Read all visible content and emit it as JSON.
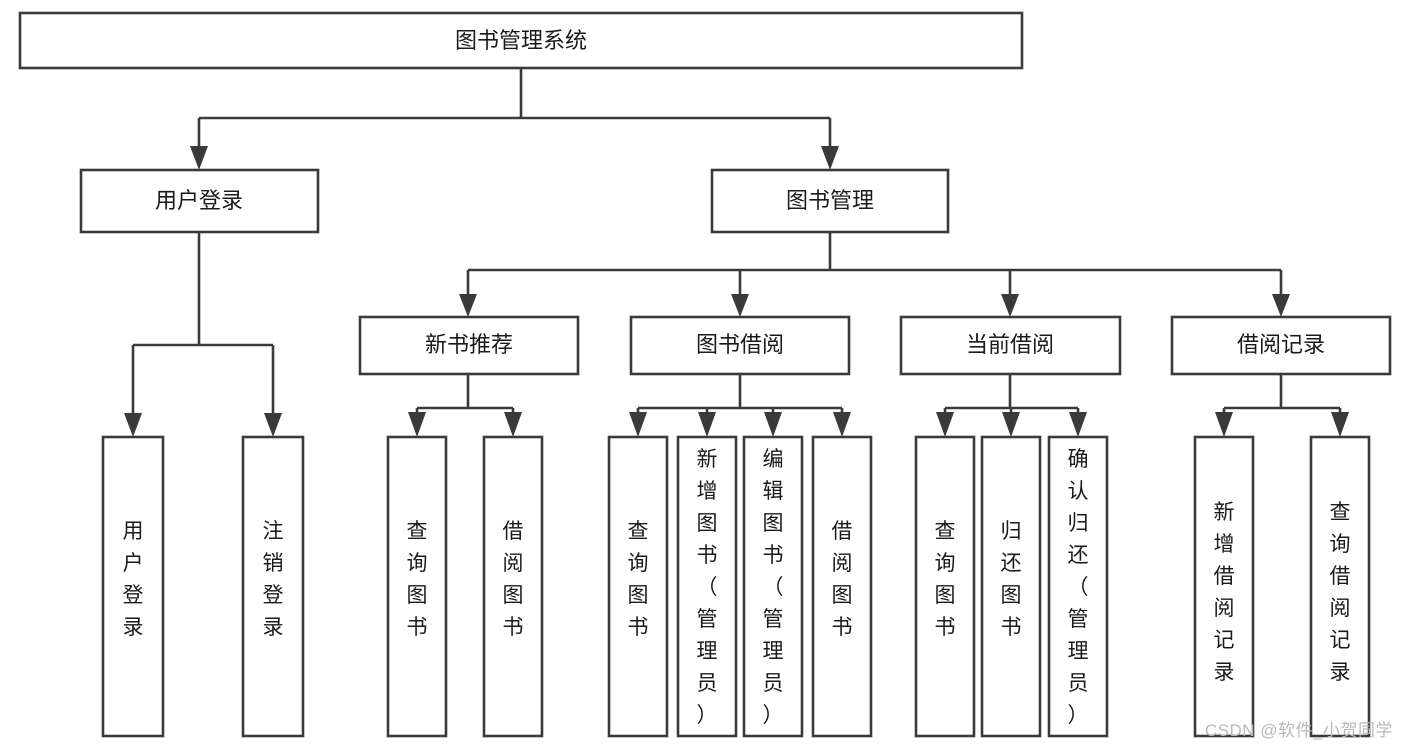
{
  "diagram": {
    "type": "tree",
    "title": "图书管理系统",
    "orientation": "top-down",
    "watermark": "CSDN @软件_小贺同学",
    "colors": {
      "stroke": "#3a3a3a",
      "box_fill": "#ffffff",
      "text": "#1a1a1a",
      "watermark": "#b9b9b9",
      "background": "#ffffff"
    },
    "levels": [
      {
        "level": 1,
        "nodes": [
          {
            "id": "root",
            "label": "图书管理系统",
            "orientation": "horizontal"
          }
        ]
      },
      {
        "level": 2,
        "nodes": [
          {
            "id": "login",
            "label": "用户登录",
            "orientation": "horizontal",
            "parent": "root"
          },
          {
            "id": "bookmgmt",
            "label": "图书管理",
            "orientation": "horizontal",
            "parent": "root"
          }
        ]
      },
      {
        "level": 3,
        "nodes": [
          {
            "id": "newbook",
            "label": "新书推荐",
            "orientation": "horizontal",
            "parent": "bookmgmt"
          },
          {
            "id": "borrow",
            "label": "图书借阅",
            "orientation": "horizontal",
            "parent": "bookmgmt"
          },
          {
            "id": "current",
            "label": "当前借阅",
            "orientation": "horizontal",
            "parent": "bookmgmt"
          },
          {
            "id": "records",
            "label": "借阅记录",
            "orientation": "horizontal",
            "parent": "bookmgmt"
          }
        ]
      },
      {
        "level": 4,
        "nodes": [
          {
            "id": "leaf-user-login",
            "label": "用户登录",
            "orientation": "vertical",
            "parent": "login"
          },
          {
            "id": "leaf-logout",
            "label": "注销登录",
            "orientation": "vertical",
            "parent": "login"
          },
          {
            "id": "leaf-query-book-1",
            "label": "查询图书",
            "orientation": "vertical",
            "parent": "newbook"
          },
          {
            "id": "leaf-borrow-book-1",
            "label": "借阅图书",
            "orientation": "vertical",
            "parent": "newbook"
          },
          {
            "id": "leaf-query-book-2",
            "label": "查询图书",
            "orientation": "vertical",
            "parent": "borrow"
          },
          {
            "id": "leaf-add-book",
            "label": "新增图书（管理员）",
            "orientation": "vertical",
            "parent": "borrow"
          },
          {
            "id": "leaf-edit-book",
            "label": "编辑图书（管理员）",
            "orientation": "vertical",
            "parent": "borrow"
          },
          {
            "id": "leaf-borrow-book-2",
            "label": "借阅图书",
            "orientation": "vertical",
            "parent": "borrow"
          },
          {
            "id": "leaf-query-book-3",
            "label": "查询图书",
            "orientation": "vertical",
            "parent": "current"
          },
          {
            "id": "leaf-return-book",
            "label": "归还图书",
            "orientation": "vertical",
            "parent": "current"
          },
          {
            "id": "leaf-confirm-return",
            "label": "确认归还（管理员）",
            "orientation": "vertical",
            "parent": "current"
          },
          {
            "id": "leaf-add-record",
            "label": "新增借阅记录",
            "orientation": "vertical",
            "parent": "records"
          },
          {
            "id": "leaf-query-record",
            "label": "查询借阅记录",
            "orientation": "vertical",
            "parent": "records"
          }
        ]
      }
    ]
  }
}
